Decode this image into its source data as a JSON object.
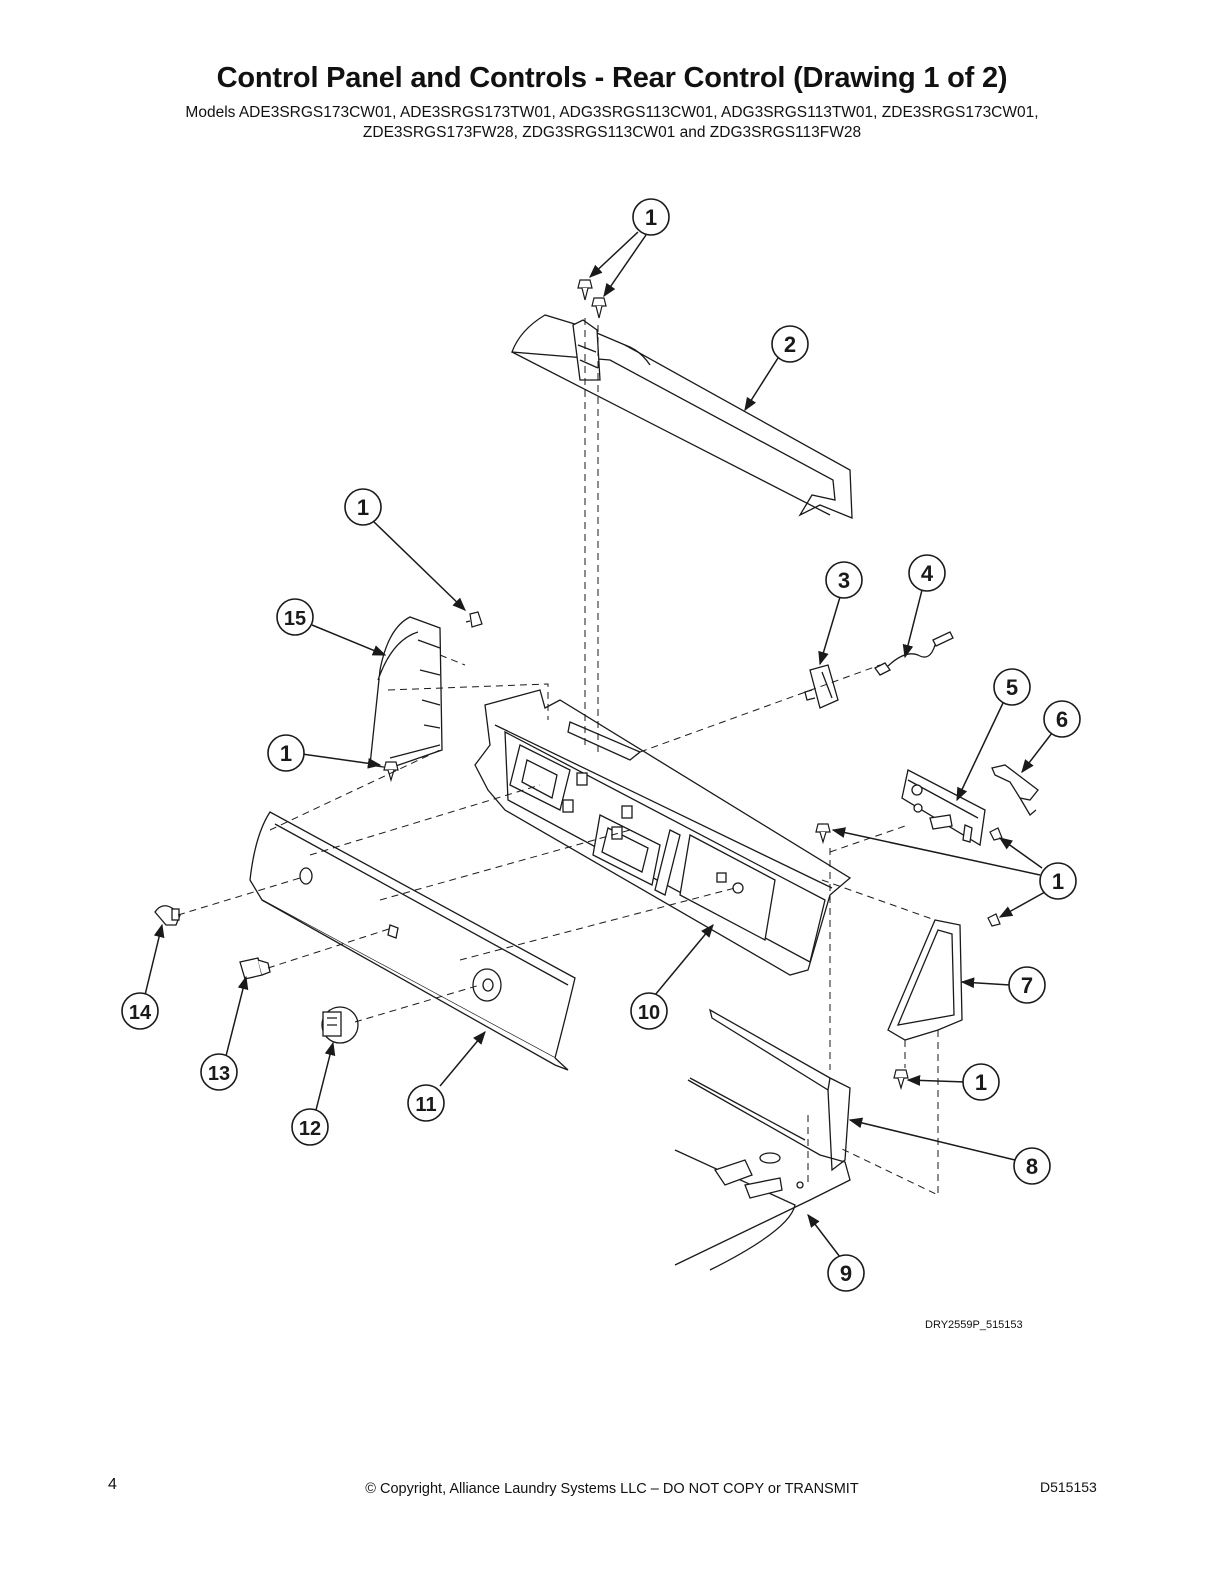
{
  "page": {
    "title": "Control Panel and Controls - Rear Control (Drawing 1 of 2)",
    "models_line1": "Models ADE3SRGS173CW01, ADE3SRGS173TW01, ADG3SRGS113CW01, ADG3SRGS113TW01, ZDE3SRGS173CW01,",
    "models_line2": "ZDE3SRGS173FW28, ZDG3SRGS113CW01 and ZDG3SRGS113FW28",
    "drawing_ref": "DRY2559P_515153",
    "page_number": "4",
    "copyright": "© Copyright, Alliance Laundry Systems LLC – DO NOT COPY or TRANSMIT",
    "doc_number": "D515153"
  },
  "callouts": {
    "c1": "1",
    "c2": "2",
    "c3": "3",
    "c4": "4",
    "c5": "5",
    "c6": "6",
    "c7": "7",
    "c8": "8",
    "c9": "9",
    "c10": "10",
    "c11": "11",
    "c12": "12",
    "c13": "13",
    "c14": "14",
    "c15": "15"
  },
  "colors": {
    "ink": "#1a1a1a",
    "callout_fill": "#ffffff"
  }
}
